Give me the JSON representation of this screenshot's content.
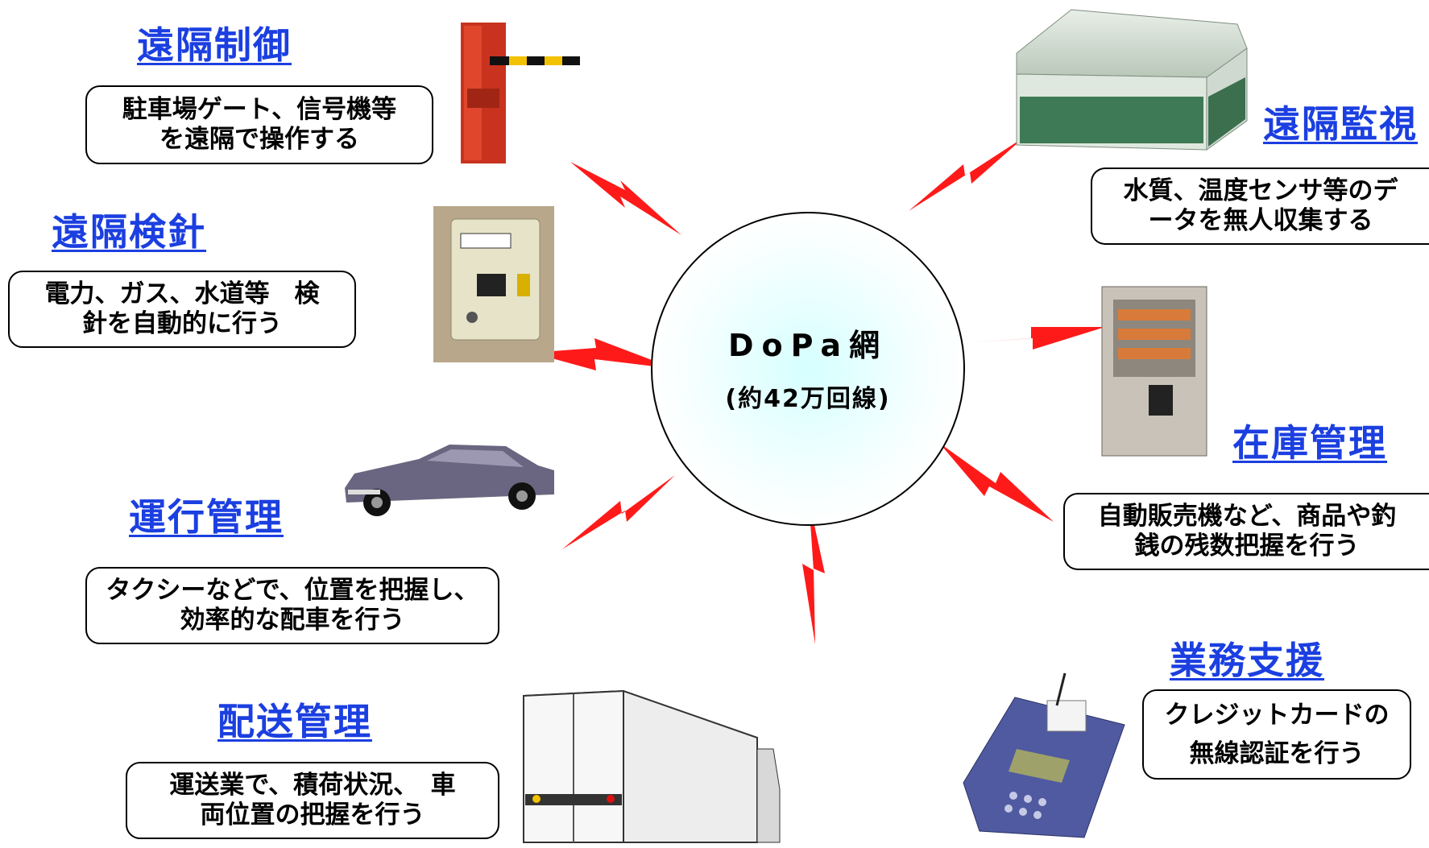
{
  "center": {
    "title": "DoPa網",
    "subtitle": "(約42万回線)"
  },
  "items": [
    {
      "title": "遠隔制御",
      "desc": "駐車場ゲート、信号機等\nを遠隔で操作する"
    },
    {
      "title": "遠隔検針",
      "desc": "電力、ガス、水道等　検\n針を自動的に行う"
    },
    {
      "title": "運行管理",
      "desc": "タクシーなどで、位置を把握し、\n効率的な配車を行う"
    },
    {
      "title": "配送管理",
      "desc": "運送業で、積荷状況、　車\n両位置の把握を行う"
    },
    {
      "title": "遠隔監視",
      "desc": "水質、温度センサ等のデ\nータを無人収集する"
    },
    {
      "title": "在庫管理",
      "desc": "自動販売機など、商品や釣\n銭の残数把握を行う"
    },
    {
      "title": "業務支援",
      "desc": "クレジットカードの\n無線認証を行う"
    }
  ],
  "colors": {
    "title": "#1b3fe0",
    "bolt": "#ff1a1a",
    "center_fill": "#e6ffff"
  },
  "icons": [
    "parking-gate-icon",
    "utility-meter-icon",
    "sedan-car-icon",
    "truck-icon",
    "greenhouse-icon",
    "vending-machine-icon",
    "card-terminal-icon",
    "lightning-bolt-icon"
  ]
}
